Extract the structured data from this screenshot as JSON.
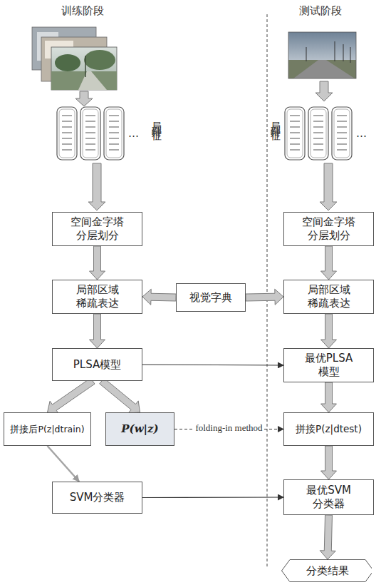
{
  "diagram": {
    "nodes": [
      {
        "text": [
          "空间金字塔分层划分"
        ]
      },
      {
        "text": [
          "空间金字塔分层划分"
        ]
      },
      {
        "text": [
          "局部区域稀疏表达"
        ]
      },
      {
        "text": [
          "视觉字典"
        ]
      },
      {
        "text": [
          "局部区域稀疏表达"
        ]
      },
      {
        "text": [
          "PLSA模型"
        ]
      },
      {
        "text": [
          "最优PLSA模型"
        ]
      },
      {
        "text": [
          "拼接后P(z|dtrain)"
        ]
      },
      {
        "text": [
          "P(w|z)"
        ]
      },
      {
        "text": [
          "拼接P(z|dtest)"
        ]
      },
      {
        "text": [
          "SVM分类器"
        ]
      },
      {
        "text": [
          "最优SVM分类器"
        ]
      },
      {
        "text": [
          "分类结果"
        ]
      }
    ],
    "edges": [
      {
        "from": 0,
        "to": 2,
        "arrow": "to"
      },
      {
        "from": 1,
        "to": 4,
        "arrow": "to"
      },
      {
        "from": 3,
        "to": 2,
        "arrow": "to"
      },
      {
        "from": 3,
        "to": 4,
        "arrow": "to"
      },
      {
        "from": 2,
        "to": 5,
        "arrow": "to"
      },
      {
        "from": 4,
        "to": 6,
        "arrow": "to"
      },
      {
        "from": 5,
        "to": 6,
        "arrow": "to"
      },
      {
        "from": 5,
        "to": 7,
        "arrow": "to"
      },
      {
        "from": 5,
        "to": 8,
        "arrow": "to"
      },
      {
        "from": 6,
        "to": 9,
        "arrow": "to"
      },
      {
        "from": 8,
        "to": 9,
        "label": "folding-in method",
        "arrow": "to"
      },
      {
        "from": 7,
        "to": 10,
        "arrow": "to"
      },
      {
        "from": 10,
        "to": 11,
        "arrow": "to"
      },
      {
        "from": 9,
        "to": 11,
        "arrow": "to"
      },
      {
        "from": 11,
        "to": 12,
        "arrow": "to"
      }
    ],
    "labels": [
      "训练阶段",
      "测试阶段",
      "…",
      "局部特征",
      "…",
      "局部特征"
    ]
  }
}
